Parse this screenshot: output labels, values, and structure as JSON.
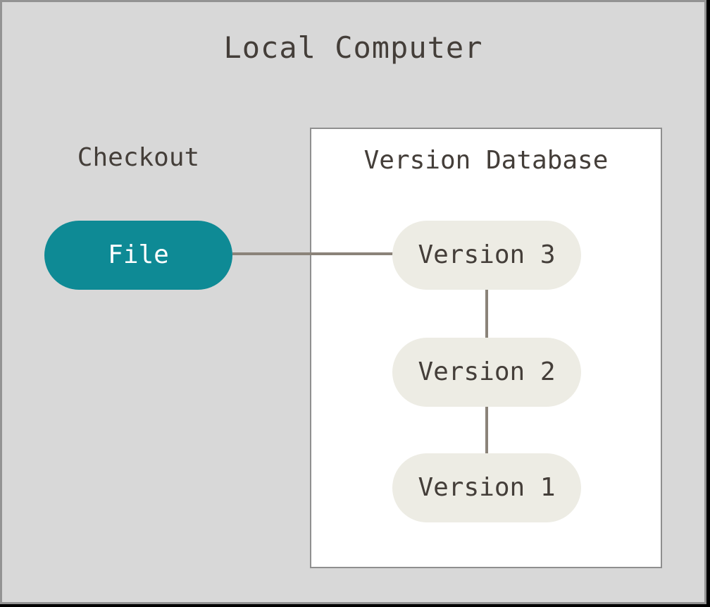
{
  "diagram": {
    "title": "Local Computer",
    "checkout": {
      "label": "Checkout"
    },
    "file_node": {
      "label": "File"
    },
    "version_database": {
      "title": "Version Database",
      "nodes": [
        {
          "label": "Version 3"
        },
        {
          "label": "Version 2"
        },
        {
          "label": "Version 1"
        }
      ],
      "connections": [
        "File - Version 3",
        "Version 3 - Version 2",
        "Version 2 - Version 1"
      ]
    }
  },
  "colors": {
    "canvas-bg": "#d8d8d8",
    "canvas-border": "#939393",
    "outer-edge": "#000000",
    "box-bg": "#ffffff",
    "box-border": "#8f8f8f",
    "file-pill-bg": "#0e8a95",
    "file-pill-text": "#ffffff",
    "version-pill-bg": "#edece4",
    "text": "#443e39",
    "connector": "#8b8379"
  }
}
